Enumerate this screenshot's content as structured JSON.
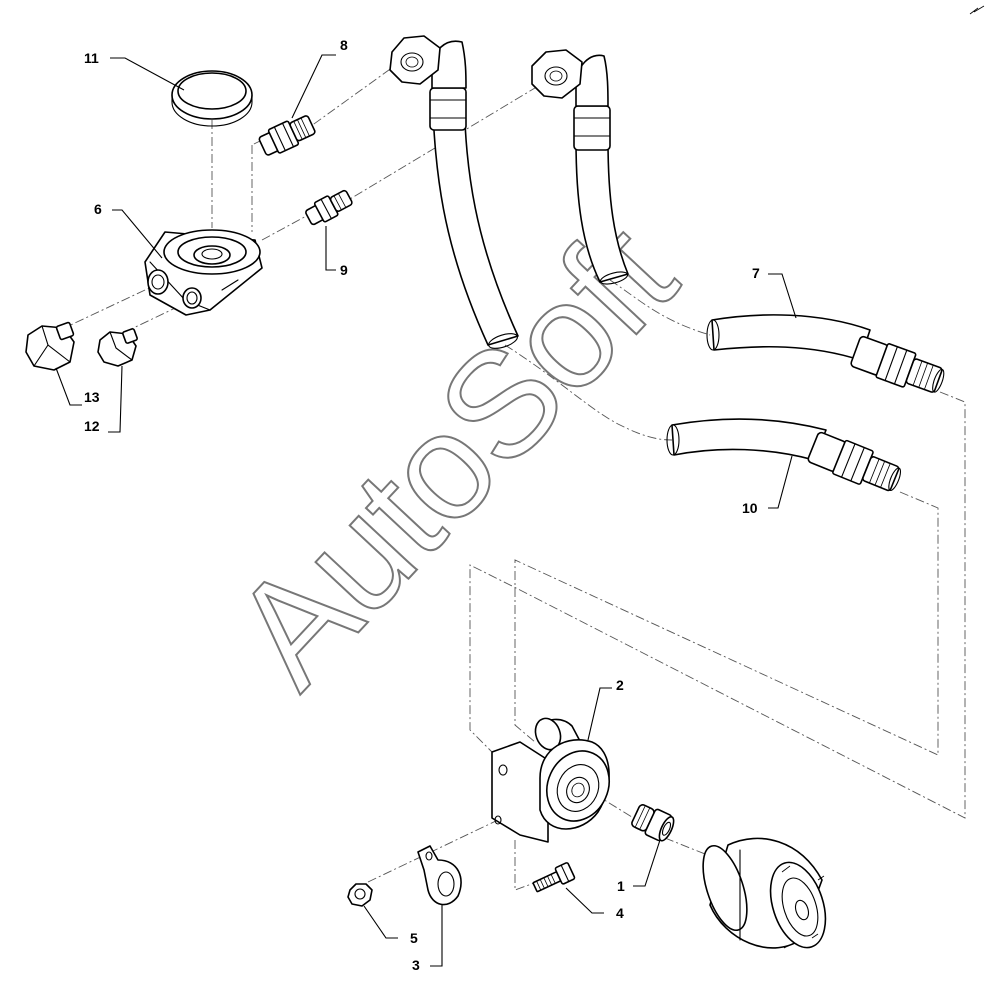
{
  "watermark": "AutoSoft",
  "callouts": {
    "c1": "1",
    "c2": "2",
    "c3": "3",
    "c4": "4",
    "c5": "5",
    "c6": "6",
    "c7": "7",
    "c8": "8",
    "c9": "9",
    "c10": "10",
    "c11": "11",
    "c12": "12",
    "c13": "13"
  },
  "colors": {
    "line": "#000000",
    "watermark": "#777777",
    "background": "#ffffff"
  }
}
